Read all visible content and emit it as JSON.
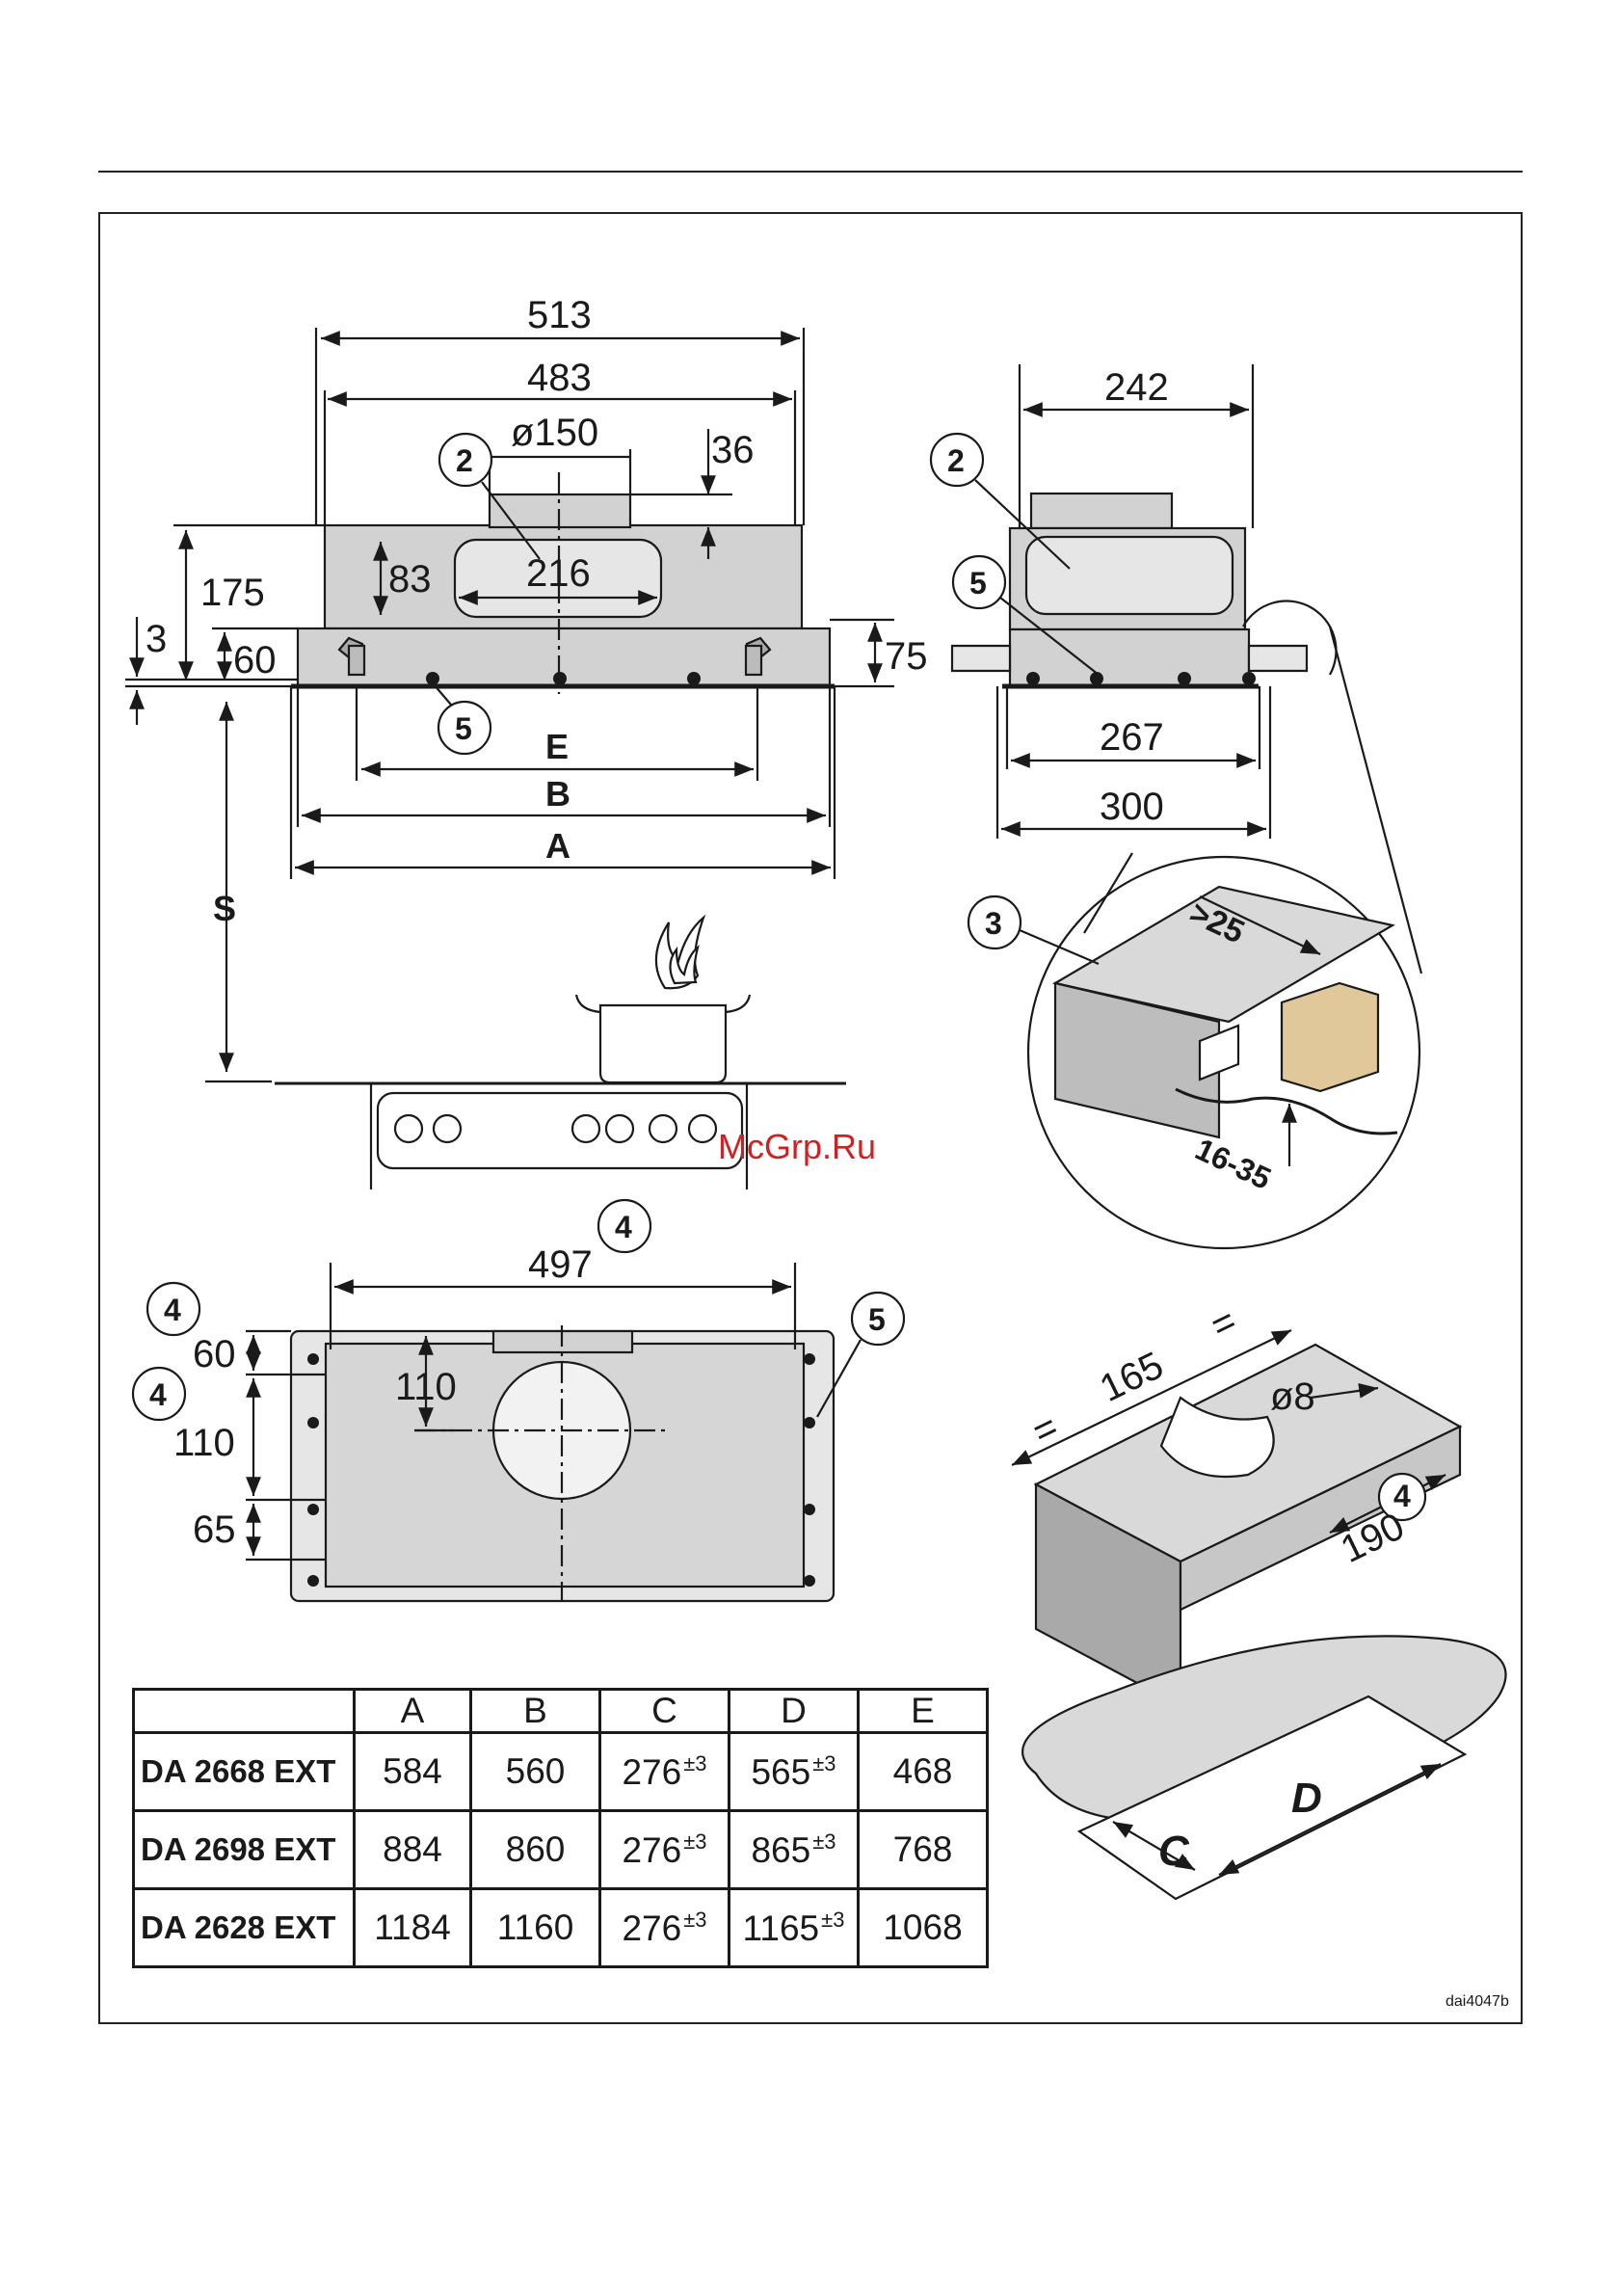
{
  "figure_code": "dai4047b",
  "watermark": "McGrp.Ru",
  "front_view": {
    "dims": {
      "overall_width": "513",
      "inner_width": "483",
      "outlet_diameter": "ø150",
      "outlet_height": "36",
      "outlet_width": "216",
      "outlet_opening_height": "83",
      "total_height": "175",
      "edge_gap": "3",
      "frame_height": "60",
      "lower_height": "75"
    },
    "letters": {
      "e": "E",
      "b": "B",
      "a": "A",
      "s": "S"
    },
    "callouts": {
      "duct": "2",
      "screw": "5"
    }
  },
  "side_view": {
    "dims": {
      "top_depth": "242",
      "inner_depth": "267",
      "outer_depth": "300"
    },
    "callouts": {
      "duct": "2",
      "screw": "5"
    }
  },
  "detail_view": {
    "dims": {
      "gap": ">25",
      "thickness": "16-35"
    },
    "callouts": {
      "bracket": "3"
    }
  },
  "top_view": {
    "dims": {
      "width": "497",
      "top_offset": "60",
      "outlet_offset": "110",
      "middle_spacing": "110",
      "bottom_offset": "65"
    },
    "callouts": {
      "top": "4",
      "left_top": "4",
      "left_mid": "4",
      "right": "5"
    }
  },
  "template_view": {
    "dims": {
      "width": "165",
      "hole_diameter": "ø8",
      "depth": "190",
      "equal_left": "=",
      "equal_right": "="
    },
    "callouts": {
      "depth": "4"
    },
    "cutout_letters": {
      "c": "C",
      "d": "D"
    }
  },
  "table": {
    "headers": [
      "",
      "A",
      "B",
      "C",
      "D",
      "E"
    ],
    "rows": [
      {
        "model": "DA 2668 EXT",
        "a": "584",
        "b": "560",
        "c": "276",
        "c_tol": "±3",
        "d": "565",
        "d_tol": "±3",
        "e": "468"
      },
      {
        "model": "DA 2698 EXT",
        "a": "884",
        "b": "860",
        "c": "276",
        "c_tol": "±3",
        "d": "865",
        "d_tol": "±3",
        "e": "768"
      },
      {
        "model": "DA 2628 EXT",
        "a": "1184",
        "b": "1160",
        "c": "276",
        "c_tol": "±3",
        "d": "1165",
        "d_tol": "±3",
        "e": "1068"
      }
    ]
  }
}
